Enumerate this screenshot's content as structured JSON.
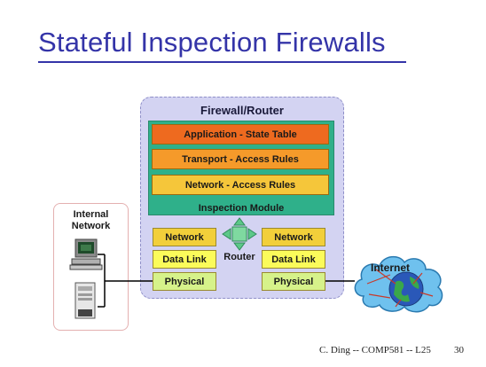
{
  "slide": {
    "title": "Stateful Inspection Firewalls",
    "footer": "C. Ding -- COMP581 -- L25",
    "page_number": "30"
  },
  "firewall": {
    "title": "Firewall/Router",
    "layers": [
      {
        "label": "Application - State Table",
        "color": "#ee6a1f"
      },
      {
        "label": "Transport - Access Rules",
        "color": "#f59a2a"
      },
      {
        "label": "Network - Access Rules",
        "color": "#f5c63a"
      }
    ],
    "inspection_module": "Inspection Module",
    "router_label": "Router",
    "left_stack": [
      "Network",
      "Data Link",
      "Physical"
    ],
    "right_stack": [
      "Network",
      "Data Link",
      "Physical"
    ]
  },
  "internal_network": {
    "label_line1": "Internal",
    "label_line2": "Network"
  },
  "internet": {
    "label": "Internet"
  },
  "colors": {
    "title": "#3434a8",
    "panel": "#d3d3f2",
    "inspection": "#2fb08a",
    "cloud": "#6fc1ee"
  }
}
